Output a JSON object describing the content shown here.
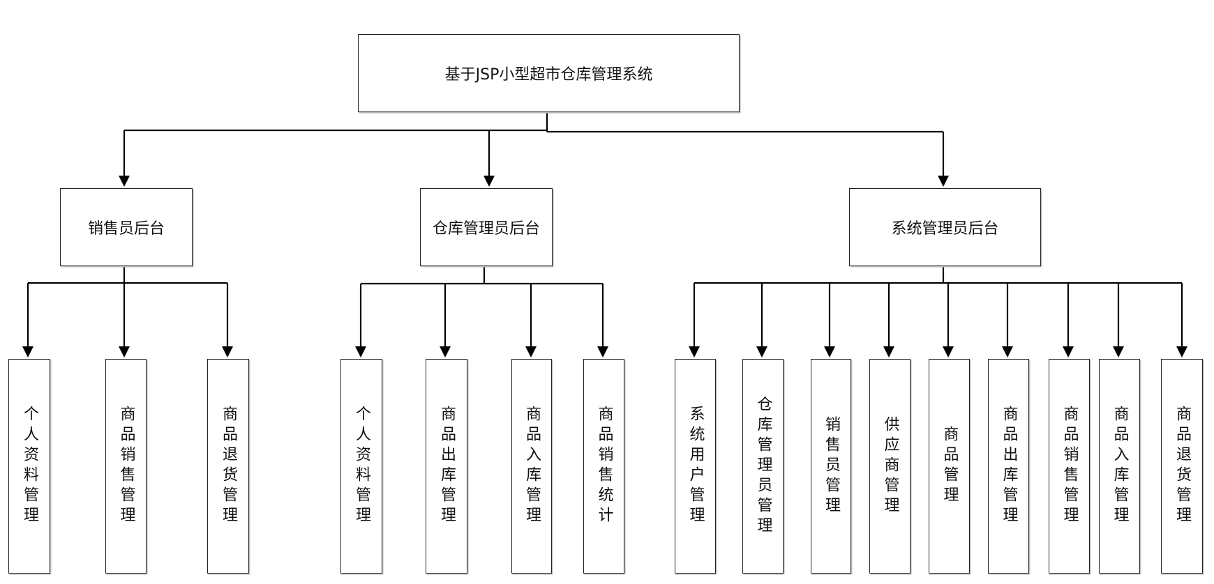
{
  "root": {
    "label": "基于JSP小型超市仓库管理系统"
  },
  "groups": [
    {
      "label": "销售员后台",
      "children": [
        "个人资料管理",
        "商品销售管理",
        "商品退货管理"
      ]
    },
    {
      "label": "仓库管理员后台",
      "children": [
        "个人资料管理",
        "商品出库管理",
        "商品入库管理",
        "商品销售统计"
      ]
    },
    {
      "label": "系统管理员后台",
      "children": [
        "系统用户管理",
        "仓库管理员管理",
        "销售员管理",
        "供应商管理",
        "商品管理",
        "商品出库管理",
        "商品销售管理",
        "商品入库管理",
        "商品退货管理"
      ]
    }
  ]
}
